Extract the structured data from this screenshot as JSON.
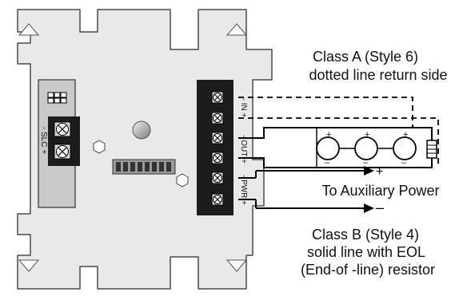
{
  "labels": {
    "class_a_line1": "Class A (Style 6)",
    "class_a_line2": "dotted line return side",
    "aux_power": "To Auxiliary Power",
    "class_b_line1": "Class B (Style 4)",
    "class_b_line2": "solid line with EOL",
    "class_b_line3": "(End-of -line) resistor"
  },
  "terminal_labels": {
    "slc": "- SLC +",
    "in": "- IN +",
    "out": "- OUT +",
    "pwr": "- PWR +"
  },
  "polarity": {
    "plus": "+",
    "minus": "–"
  },
  "colors": {
    "plate": "#e9e9e9",
    "plate_stroke": "#4a4a4a",
    "panel": "#c9c9c9",
    "terminal_block": "#1c1c1c",
    "wire": "#000000",
    "background": "#ffffff"
  }
}
